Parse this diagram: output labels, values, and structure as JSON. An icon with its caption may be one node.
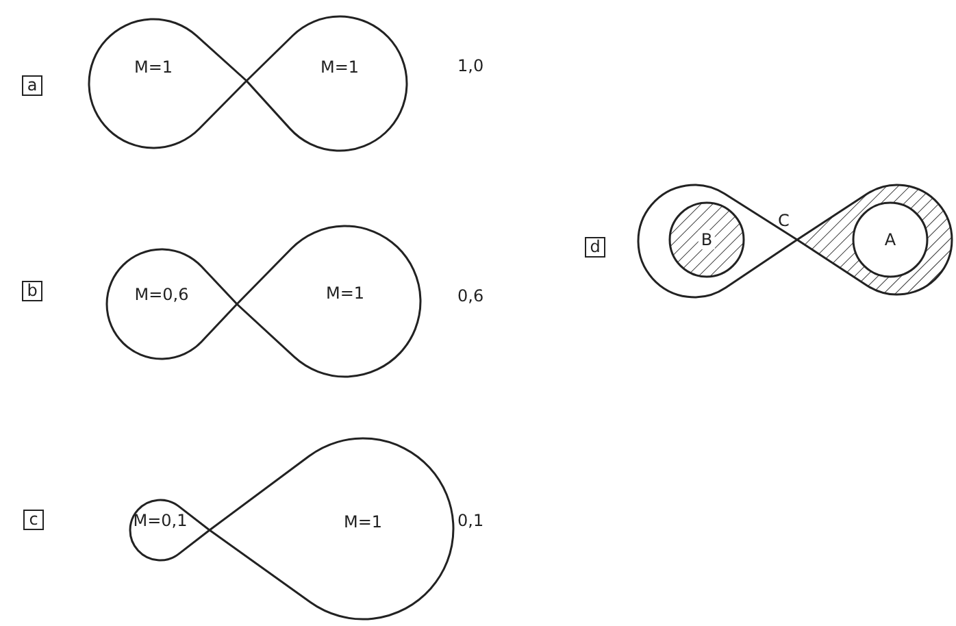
{
  "diagram": {
    "nodes": [
      {
        "text": [
          "a"
        ]
      },
      {
        "text": [
          "M=1"
        ]
      },
      {
        "text": [
          "M=1"
        ]
      },
      {
        "text": [
          "b"
        ]
      },
      {
        "text": [
          "M=0,6"
        ]
      },
      {
        "text": [
          "M=1"
        ]
      },
      {
        "text": [
          "c"
        ]
      },
      {
        "text": [
          "M=0,1"
        ]
      },
      {
        "text": [
          "M=1"
        ]
      },
      {
        "text": [
          "d"
        ]
      },
      {
        "text": [],
        "shape": "lobe"
      },
      {
        "text": [
          "B"
        ],
        "in": 10
      },
      {
        "text": [],
        "shape": "lobe"
      },
      {
        "text": [
          "A"
        ],
        "in": 12
      }
    ],
    "labels": [
      "1,0",
      "0,6",
      "0,1",
      "C"
    ]
  }
}
